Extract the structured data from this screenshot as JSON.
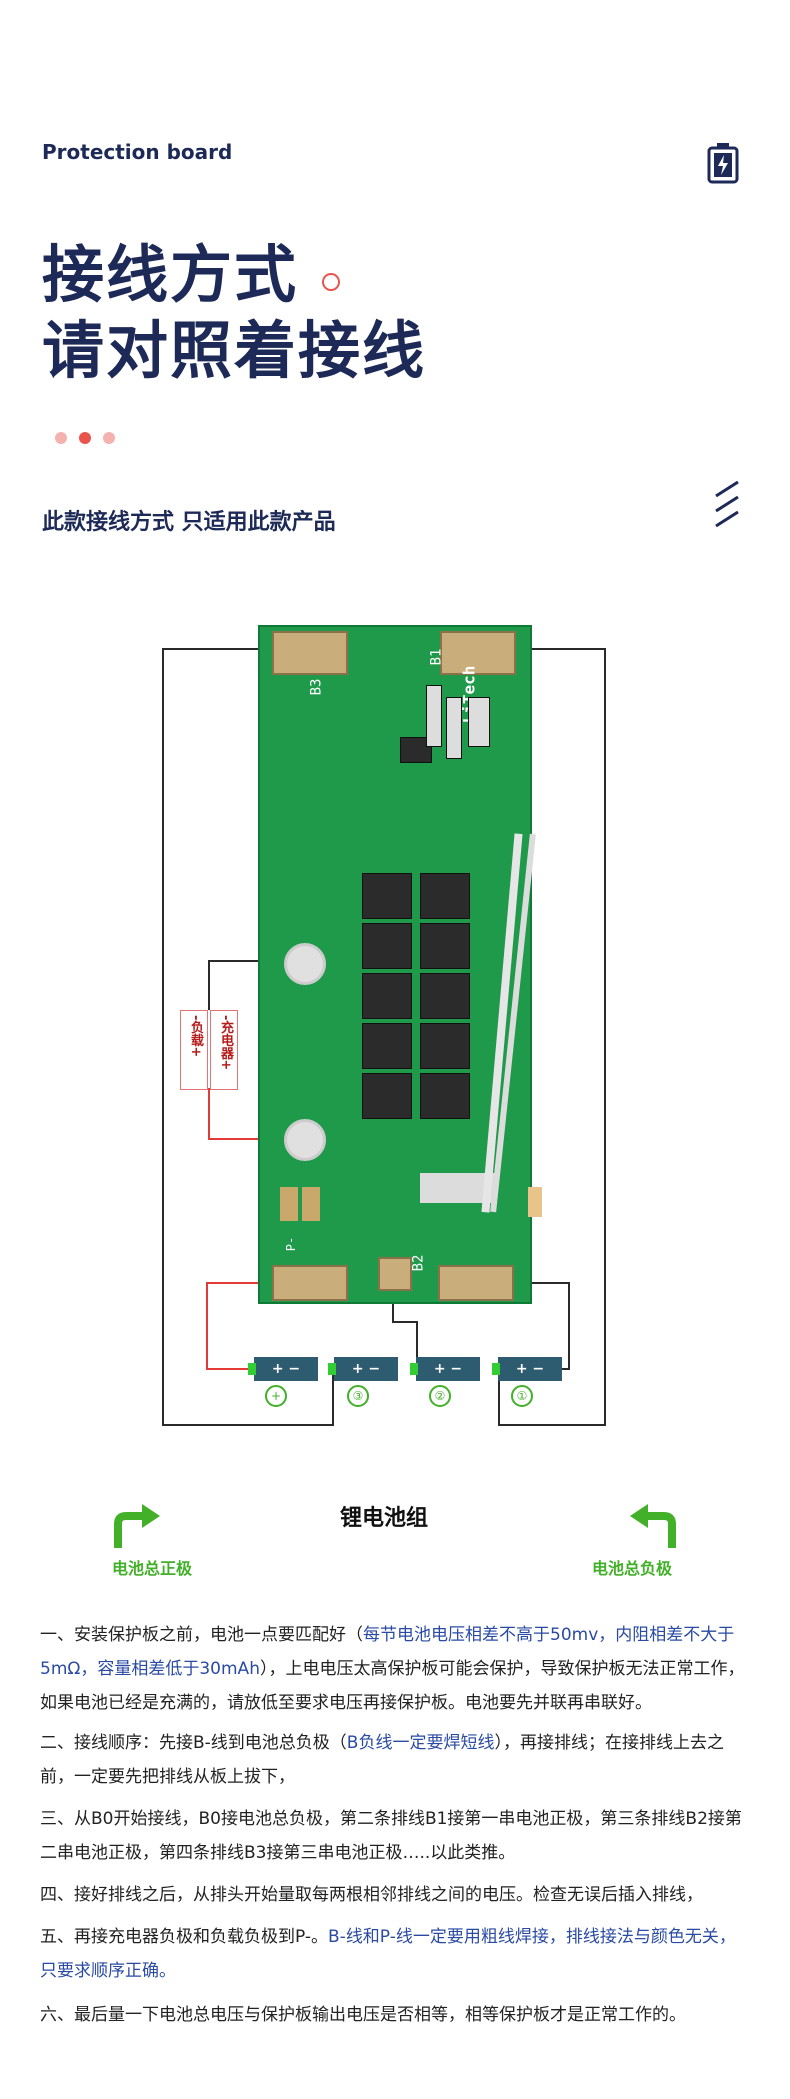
{
  "header": {
    "tag": "Protection board",
    "title_line1": "接线方式",
    "title_line2": "请对照着接线",
    "subtitle": "此款接线方式 只适用此款产品"
  },
  "icons": {
    "battery_icon": "battery-charge-icon",
    "slashes_icon": "decorative-slashes-icon"
  },
  "board": {
    "brand": "LiTech",
    "labels": {
      "b1": "B1",
      "b2": "B2",
      "b3": "B3",
      "p_minus": "P-"
    },
    "load_label": "-负载+",
    "charger_label": "-充电器+",
    "connectors": [
      {
        "signs": "+ −",
        "marker": "+"
      },
      {
        "signs": "+ −",
        "marker": "③"
      },
      {
        "signs": "+ −",
        "marker": "②"
      },
      {
        "signs": "+ −",
        "marker": "①"
      }
    ]
  },
  "pack": {
    "label": "锂电池组",
    "pos_label": "电池总正极",
    "neg_label": "电池总负极"
  },
  "colors": {
    "navy": "#1d2a57",
    "accent_red": "#e8544b",
    "green": "#43b02a",
    "pcb": "#1f9a4a"
  },
  "instructions": [
    {
      "pre": "一、安装保护板之前，电池一点要匹配好（",
      "hl": "每节电池电压相差不高于50mv，内阻相差不大于5mΩ，容量相差低于30mAh",
      "post": "），上电电压太高保护板可能会保护，导致保护板无法正常工作，如果电池已经是充满的，请放低至要求电压再接保护板。电池要先并联再串联好。"
    },
    {
      "pre": "二、接线顺序：先接B-线到电池总负极（",
      "hl": "B负线一定要焊短线",
      "post": "），再接排线；在接排线上去之前，一定要先把排线从板上拔下，"
    },
    {
      "pre": "三、从B0开始接线，B0接电池总负极，第二条排线B1接第一串电池正极，第三条排线B2接第二串电池正极，第四条排线B3接第三串电池正极…..以此类推。",
      "hl": "",
      "post": ""
    },
    {
      "pre": "四、接好排线之后，从排头开始量取每两根相邻排线之间的电压。检查无误后插入排线，",
      "hl": "",
      "post": ""
    },
    {
      "pre": "五、再接充电器负极和负载负极到P-。",
      "hl": "B-线和P-线一定要用粗线焊接，排线接法与颜色无关，只要求顺序正确。",
      "post": ""
    },
    {
      "pre": "六、最后量一下电池总电压与保护板输出电压是否相等，相等保护板才是正常工作的。",
      "hl": "",
      "post": ""
    }
  ]
}
